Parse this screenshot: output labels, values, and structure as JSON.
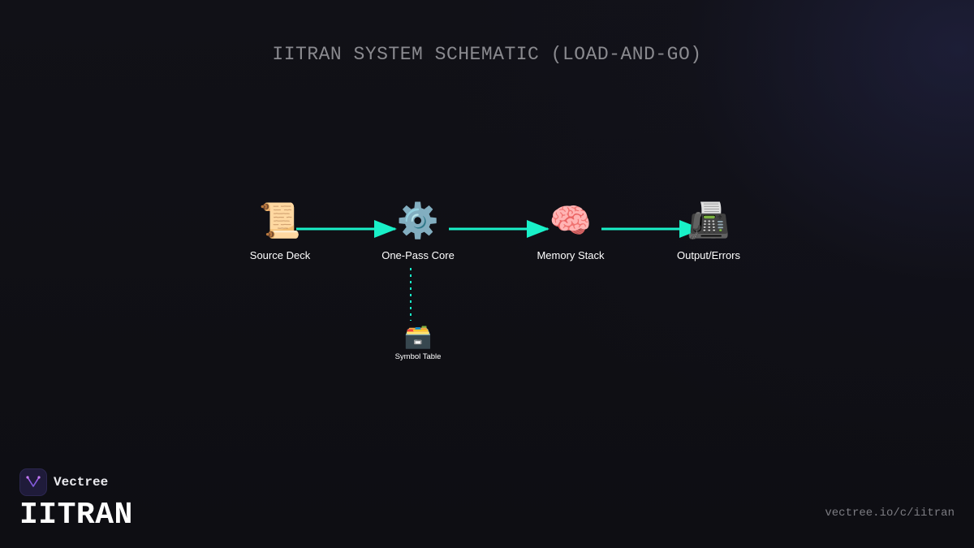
{
  "title": "IITRAN SYSTEM SCHEMATIC (LOAD-AND-GO)",
  "nodes": [
    {
      "icon": "scroll-icon",
      "glyph": "📜",
      "label": "Source Deck"
    },
    {
      "icon": "gear-icon",
      "glyph": "⚙️",
      "label": "One-Pass Core"
    },
    {
      "icon": "brain-icon",
      "glyph": "🧠",
      "label": "Memory Stack"
    },
    {
      "icon": "fax-machine-icon",
      "glyph": "📠",
      "label": "Output/Errors"
    }
  ],
  "side_node": {
    "icon": "card-file-box-icon",
    "glyph": "🗃️",
    "label": "Symbol Table"
  },
  "edges": [
    {
      "from": "Source Deck",
      "to": "One-Pass Core",
      "style": "solid-arrow"
    },
    {
      "from": "One-Pass Core",
      "to": "Memory Stack",
      "style": "solid-arrow"
    },
    {
      "from": "Memory Stack",
      "to": "Output/Errors",
      "style": "solid-arrow"
    },
    {
      "from": "One-Pass Core",
      "to": "Symbol Table",
      "style": "dotted"
    }
  ],
  "colors": {
    "accent": "#19f0c8",
    "background": "#0f0f14",
    "title": "#8a8a8f",
    "logo_purple": "#a65cf0"
  },
  "brand": {
    "logo_icon": "vectree-logo-icon",
    "name": "Vectree",
    "product": "IITRAN",
    "url": "vectree.io/c/iitran"
  }
}
